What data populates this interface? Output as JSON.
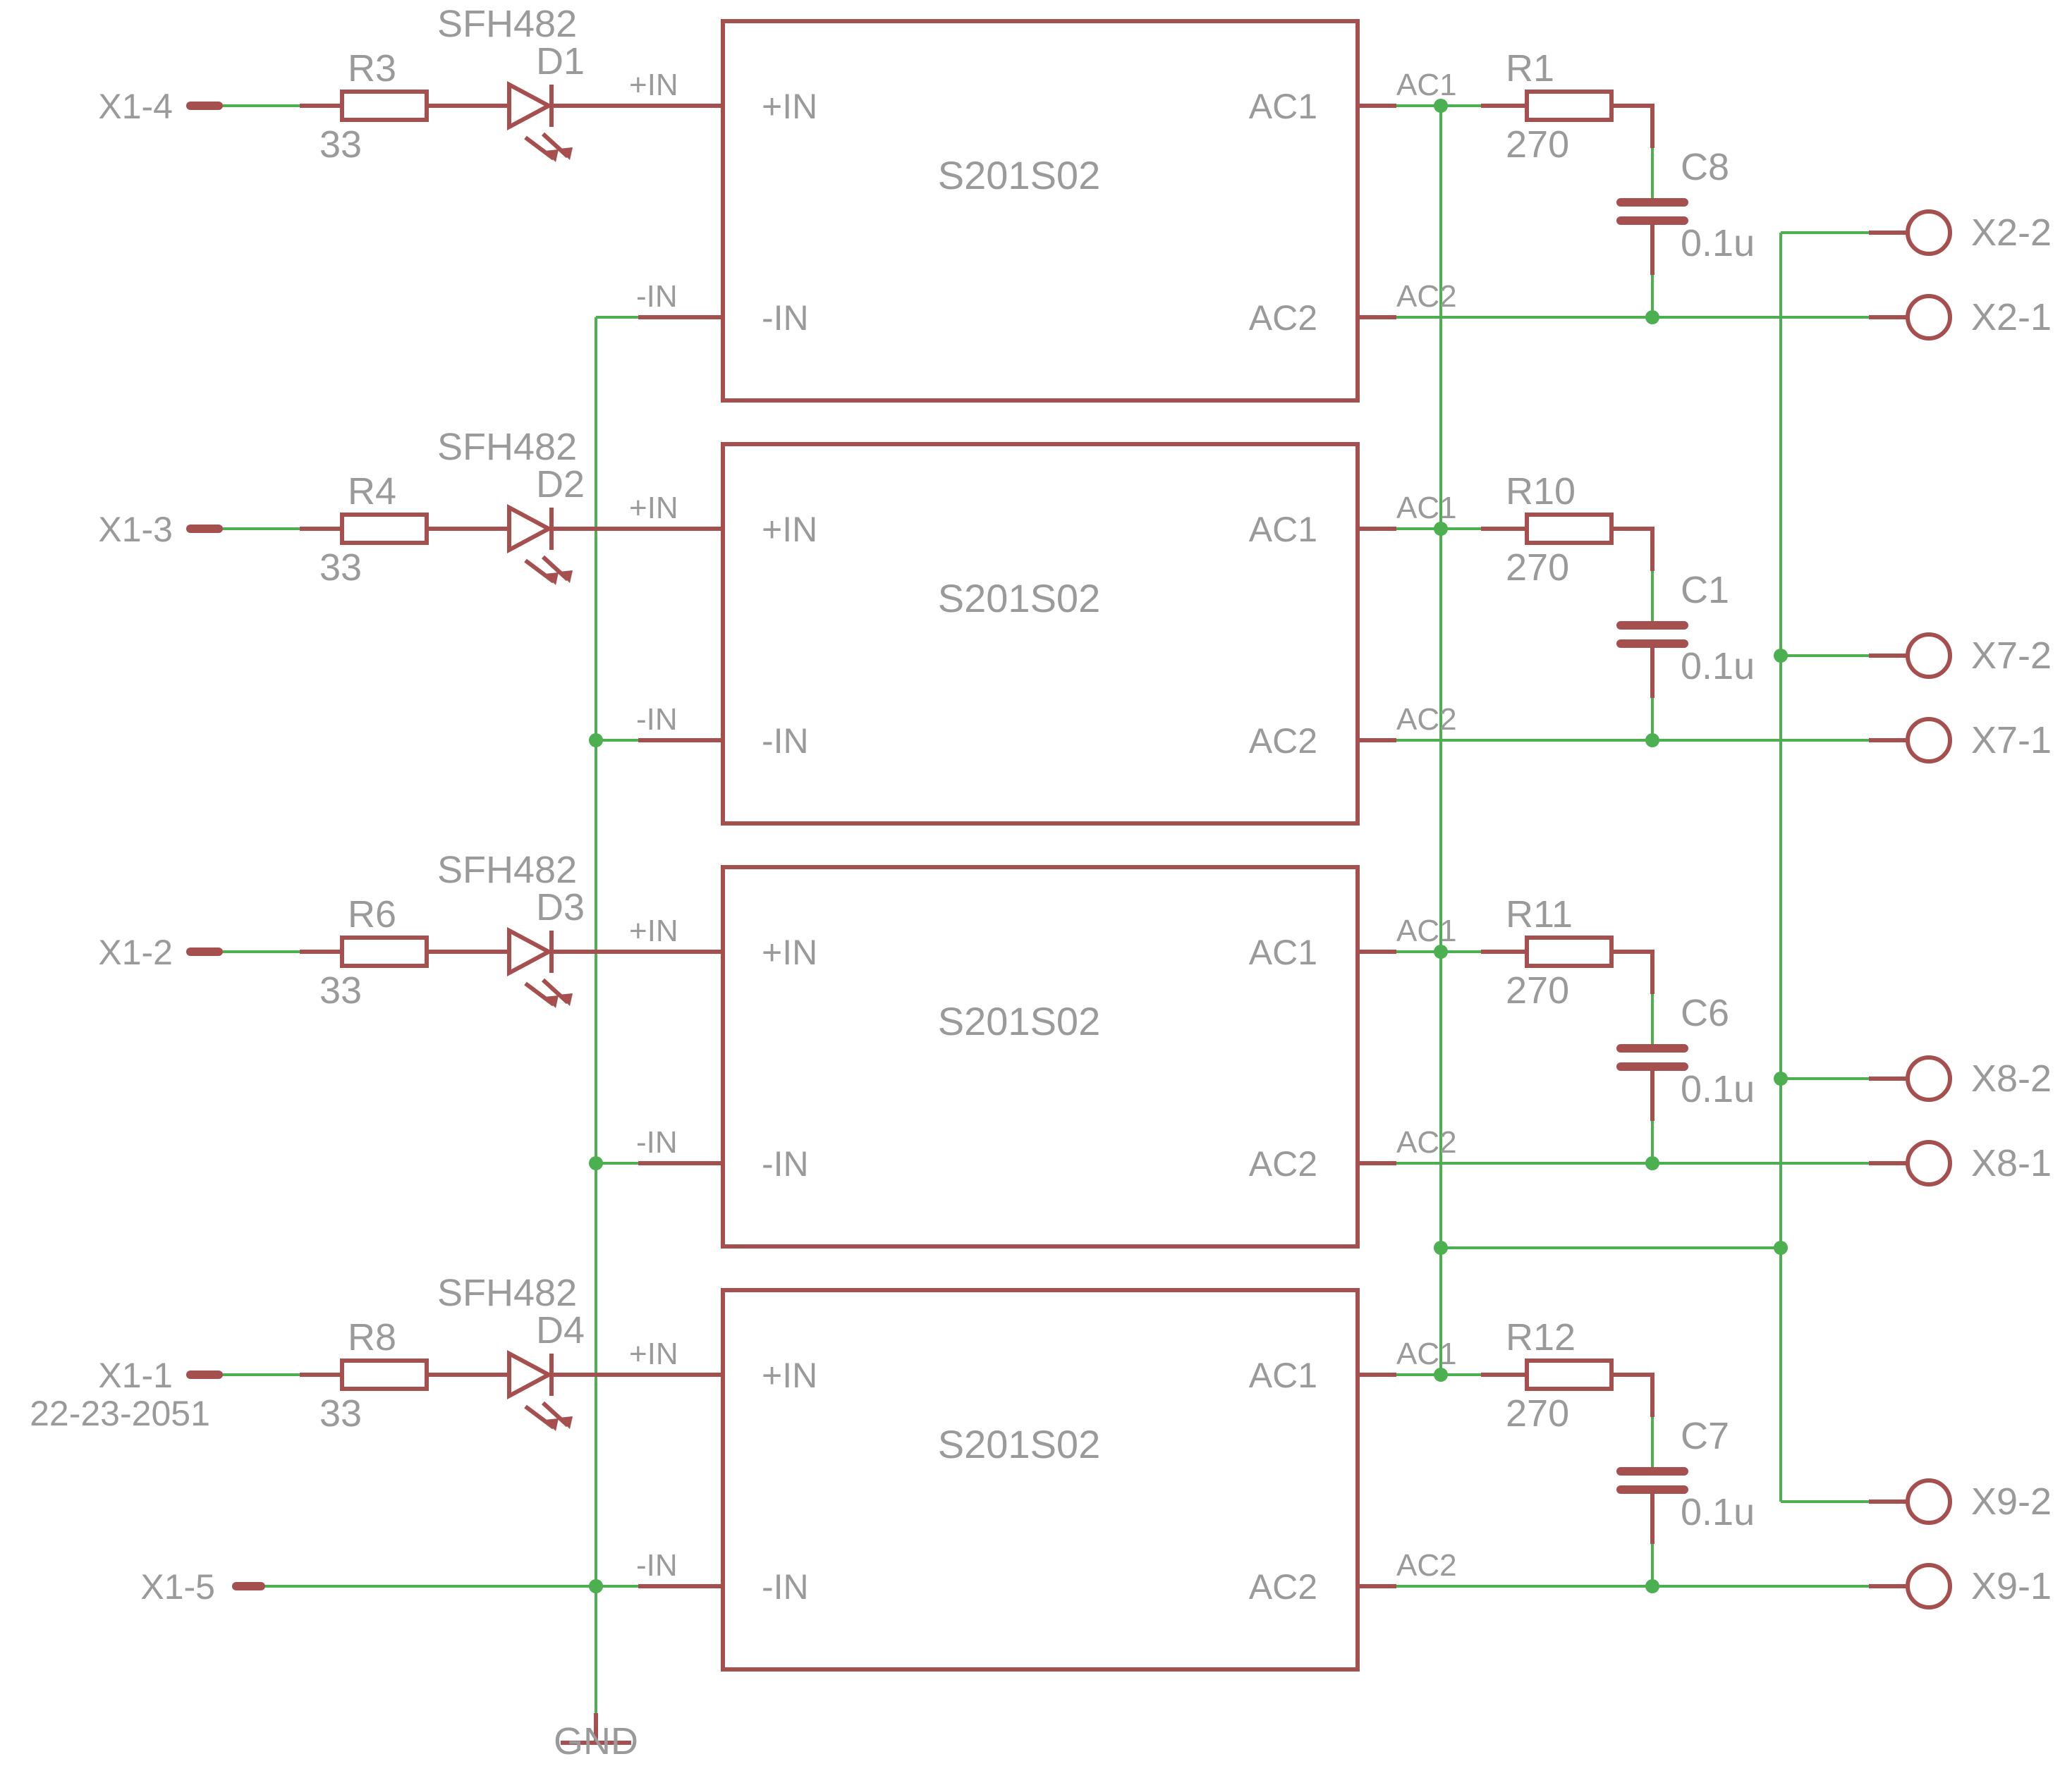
{
  "modules": [
    {
      "ref": "S201S02",
      "pin_in_plus": "+IN",
      "pin_in_minus": "-IN",
      "pin_ac1": "AC1",
      "pin_ac2": "AC2",
      "net_in_plus": "+IN",
      "net_in_minus": "-IN",
      "net_ac1": "AC1",
      "net_ac2": "AC2",
      "input_connector": "X1-4",
      "input_connector_extra": "",
      "series_resistor": {
        "ref": "R3",
        "value": "33"
      },
      "led": {
        "ref": "D1",
        "value": "SFH482"
      },
      "snubber_resistor": {
        "ref": "R1",
        "value": "270"
      },
      "snubber_capacitor": {
        "ref": "C8",
        "value": "0.1u"
      },
      "output_connector_2": "X2-2",
      "output_connector_1": "X2-1"
    },
    {
      "ref": "S201S02",
      "pin_in_plus": "+IN",
      "pin_in_minus": "-IN",
      "pin_ac1": "AC1",
      "pin_ac2": "AC2",
      "net_in_plus": "+IN",
      "net_in_minus": "-IN",
      "net_ac1": "AC1",
      "net_ac2": "AC2",
      "input_connector": "X1-3",
      "input_connector_extra": "",
      "series_resistor": {
        "ref": "R4",
        "value": "33"
      },
      "led": {
        "ref": "D2",
        "value": "SFH482"
      },
      "snubber_resistor": {
        "ref": "R10",
        "value": "270"
      },
      "snubber_capacitor": {
        "ref": "C1",
        "value": "0.1u"
      },
      "output_connector_2": "X7-2",
      "output_connector_1": "X7-1"
    },
    {
      "ref": "S201S02",
      "pin_in_plus": "+IN",
      "pin_in_minus": "-IN",
      "pin_ac1": "AC1",
      "pin_ac2": "AC2",
      "net_in_plus": "+IN",
      "net_in_minus": "-IN",
      "net_ac1": "AC1",
      "net_ac2": "AC2",
      "input_connector": "X1-2",
      "input_connector_extra": "",
      "series_resistor": {
        "ref": "R6",
        "value": "33"
      },
      "led": {
        "ref": "D3",
        "value": "SFH482"
      },
      "snubber_resistor": {
        "ref": "R11",
        "value": "270"
      },
      "snubber_capacitor": {
        "ref": "C6",
        "value": "0.1u"
      },
      "output_connector_2": "X8-2",
      "output_connector_1": "X8-1"
    },
    {
      "ref": "S201S02",
      "pin_in_plus": "+IN",
      "pin_in_minus": "-IN",
      "pin_ac1": "AC1",
      "pin_ac2": "AC2",
      "net_in_plus": "+IN",
      "net_in_minus": "-IN",
      "net_ac1": "AC1",
      "net_ac2": "AC2",
      "input_connector": "X1-1",
      "input_connector_extra": "22-23-2051",
      "series_resistor": {
        "ref": "R8",
        "value": "33"
      },
      "led": {
        "ref": "D4",
        "value": "SFH482"
      },
      "snubber_resistor": {
        "ref": "R12",
        "value": "270"
      },
      "snubber_capacitor": {
        "ref": "C7",
        "value": "0.1u"
      },
      "output_connector_2": "X9-2",
      "output_connector_1": "X9-1"
    }
  ],
  "ground_connector": "X1-5",
  "ground_label": "GND",
  "colors": {
    "wire": "#4caf50",
    "part": "#a54f4f",
    "text": "#9a9a9a"
  }
}
